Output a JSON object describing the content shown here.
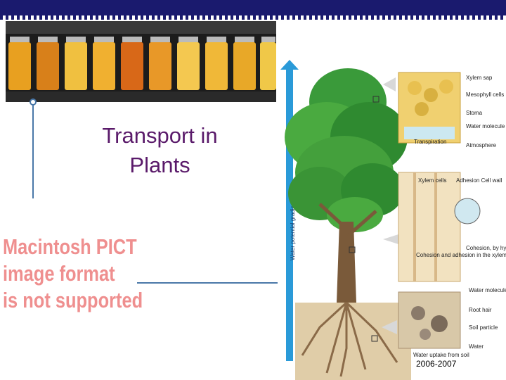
{
  "slide": {
    "title": "Transport in Plants",
    "placeholder": {
      "line1": "Macintosh PICT",
      "line2": "image format",
      "line3": "is not supported"
    },
    "copyright": "2006-2007"
  },
  "diagram": {
    "gradient_label": "Water potential gradient",
    "labels": {
      "xylem_sap": "Xylem sap",
      "mesophyll_cells": "Mesophyll cells",
      "stoma": "Stoma",
      "water_molecule_top": "Water molecule",
      "transpiration": "Transpiration",
      "atmosphere": "Atmosphere",
      "xylem_cells": "Xylem cells",
      "adhesion_cell_wall": "Adhesion Cell wall",
      "cohesion_adhesion": "Cohesion and adhesion in the xylem",
      "cohesion_hydrogen": "Cohesion, by hydrogen bonding",
      "water_molecule_bottom": "Water molecule",
      "root_hair": "Root hair",
      "soil_particle": "Soil particle",
      "water": "Water",
      "water_uptake": "Water uptake from soil"
    }
  },
  "colors": {
    "title": "#5a1a6a",
    "placeholder_text": "#ef8f8f",
    "top_band": "#1a1a6e",
    "accent_line": "#4a78a8",
    "gradient_arrow": "#2a9ad8"
  }
}
